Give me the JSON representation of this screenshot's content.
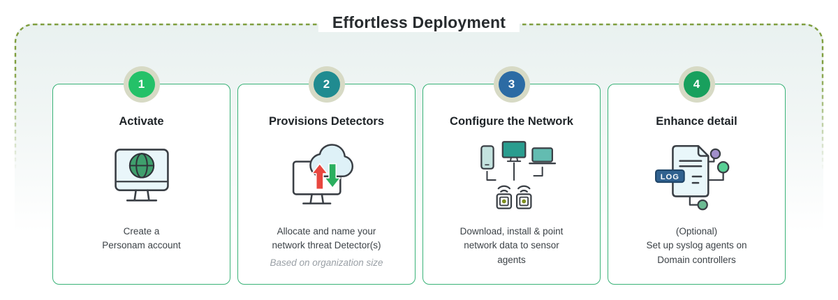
{
  "title": "Effortless Deployment",
  "colors": {
    "dashed_border": "#7f9e3e",
    "card_border": "#39b277",
    "badge_ring": "#d7dac5",
    "background_top": "#e9f1f0"
  },
  "log_badge_label": "LOG",
  "steps": [
    {
      "number": "1",
      "badge_color": "#24c168",
      "title": "Activate",
      "icon": "monitor-globe-icon",
      "description": "Create a\nPersonam account",
      "note": ""
    },
    {
      "number": "2",
      "badge_color": "#208b90",
      "title": "Provisions Detectors",
      "icon": "cloud-upload-download-icon",
      "description": "Allocate and name your\nnetwork threat Detector(s)",
      "note": "Based on organization size"
    },
    {
      "number": "3",
      "badge_color": "#2c6ba4",
      "title": "Configure the Network",
      "icon": "network-devices-sensors-icon",
      "description": "Download, install & point\nnetwork data to sensor\nagents",
      "note": ""
    },
    {
      "number": "4",
      "badge_color": "#18a05d",
      "title": "Enhance detail",
      "icon": "log-document-icon",
      "description": "(Optional)\nSet up syslog agents on\nDomain controllers",
      "note": ""
    }
  ]
}
